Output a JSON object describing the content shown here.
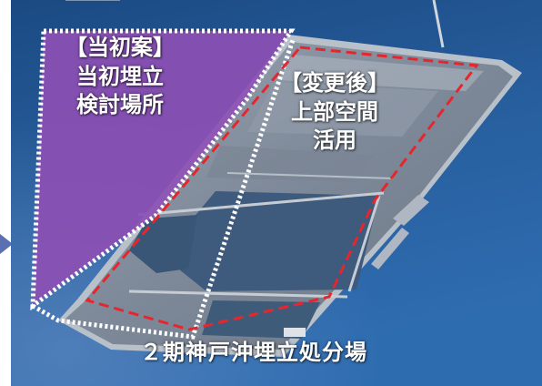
{
  "original_plan": {
    "heading": "【当初案】",
    "line1": "当初埋立",
    "line2": "検討場所"
  },
  "revised_plan": {
    "heading": "【変更後】",
    "line1": "上部空間",
    "line2": "活用"
  },
  "caption": "２期神戸沖埋立処分場",
  "colors": {
    "sea": "#1f4f86",
    "purple_area": "#8c4fb3",
    "dotted_outline": "#ffffff",
    "dashed_outline": "#e6262d",
    "landfill": "#8a96a6"
  }
}
